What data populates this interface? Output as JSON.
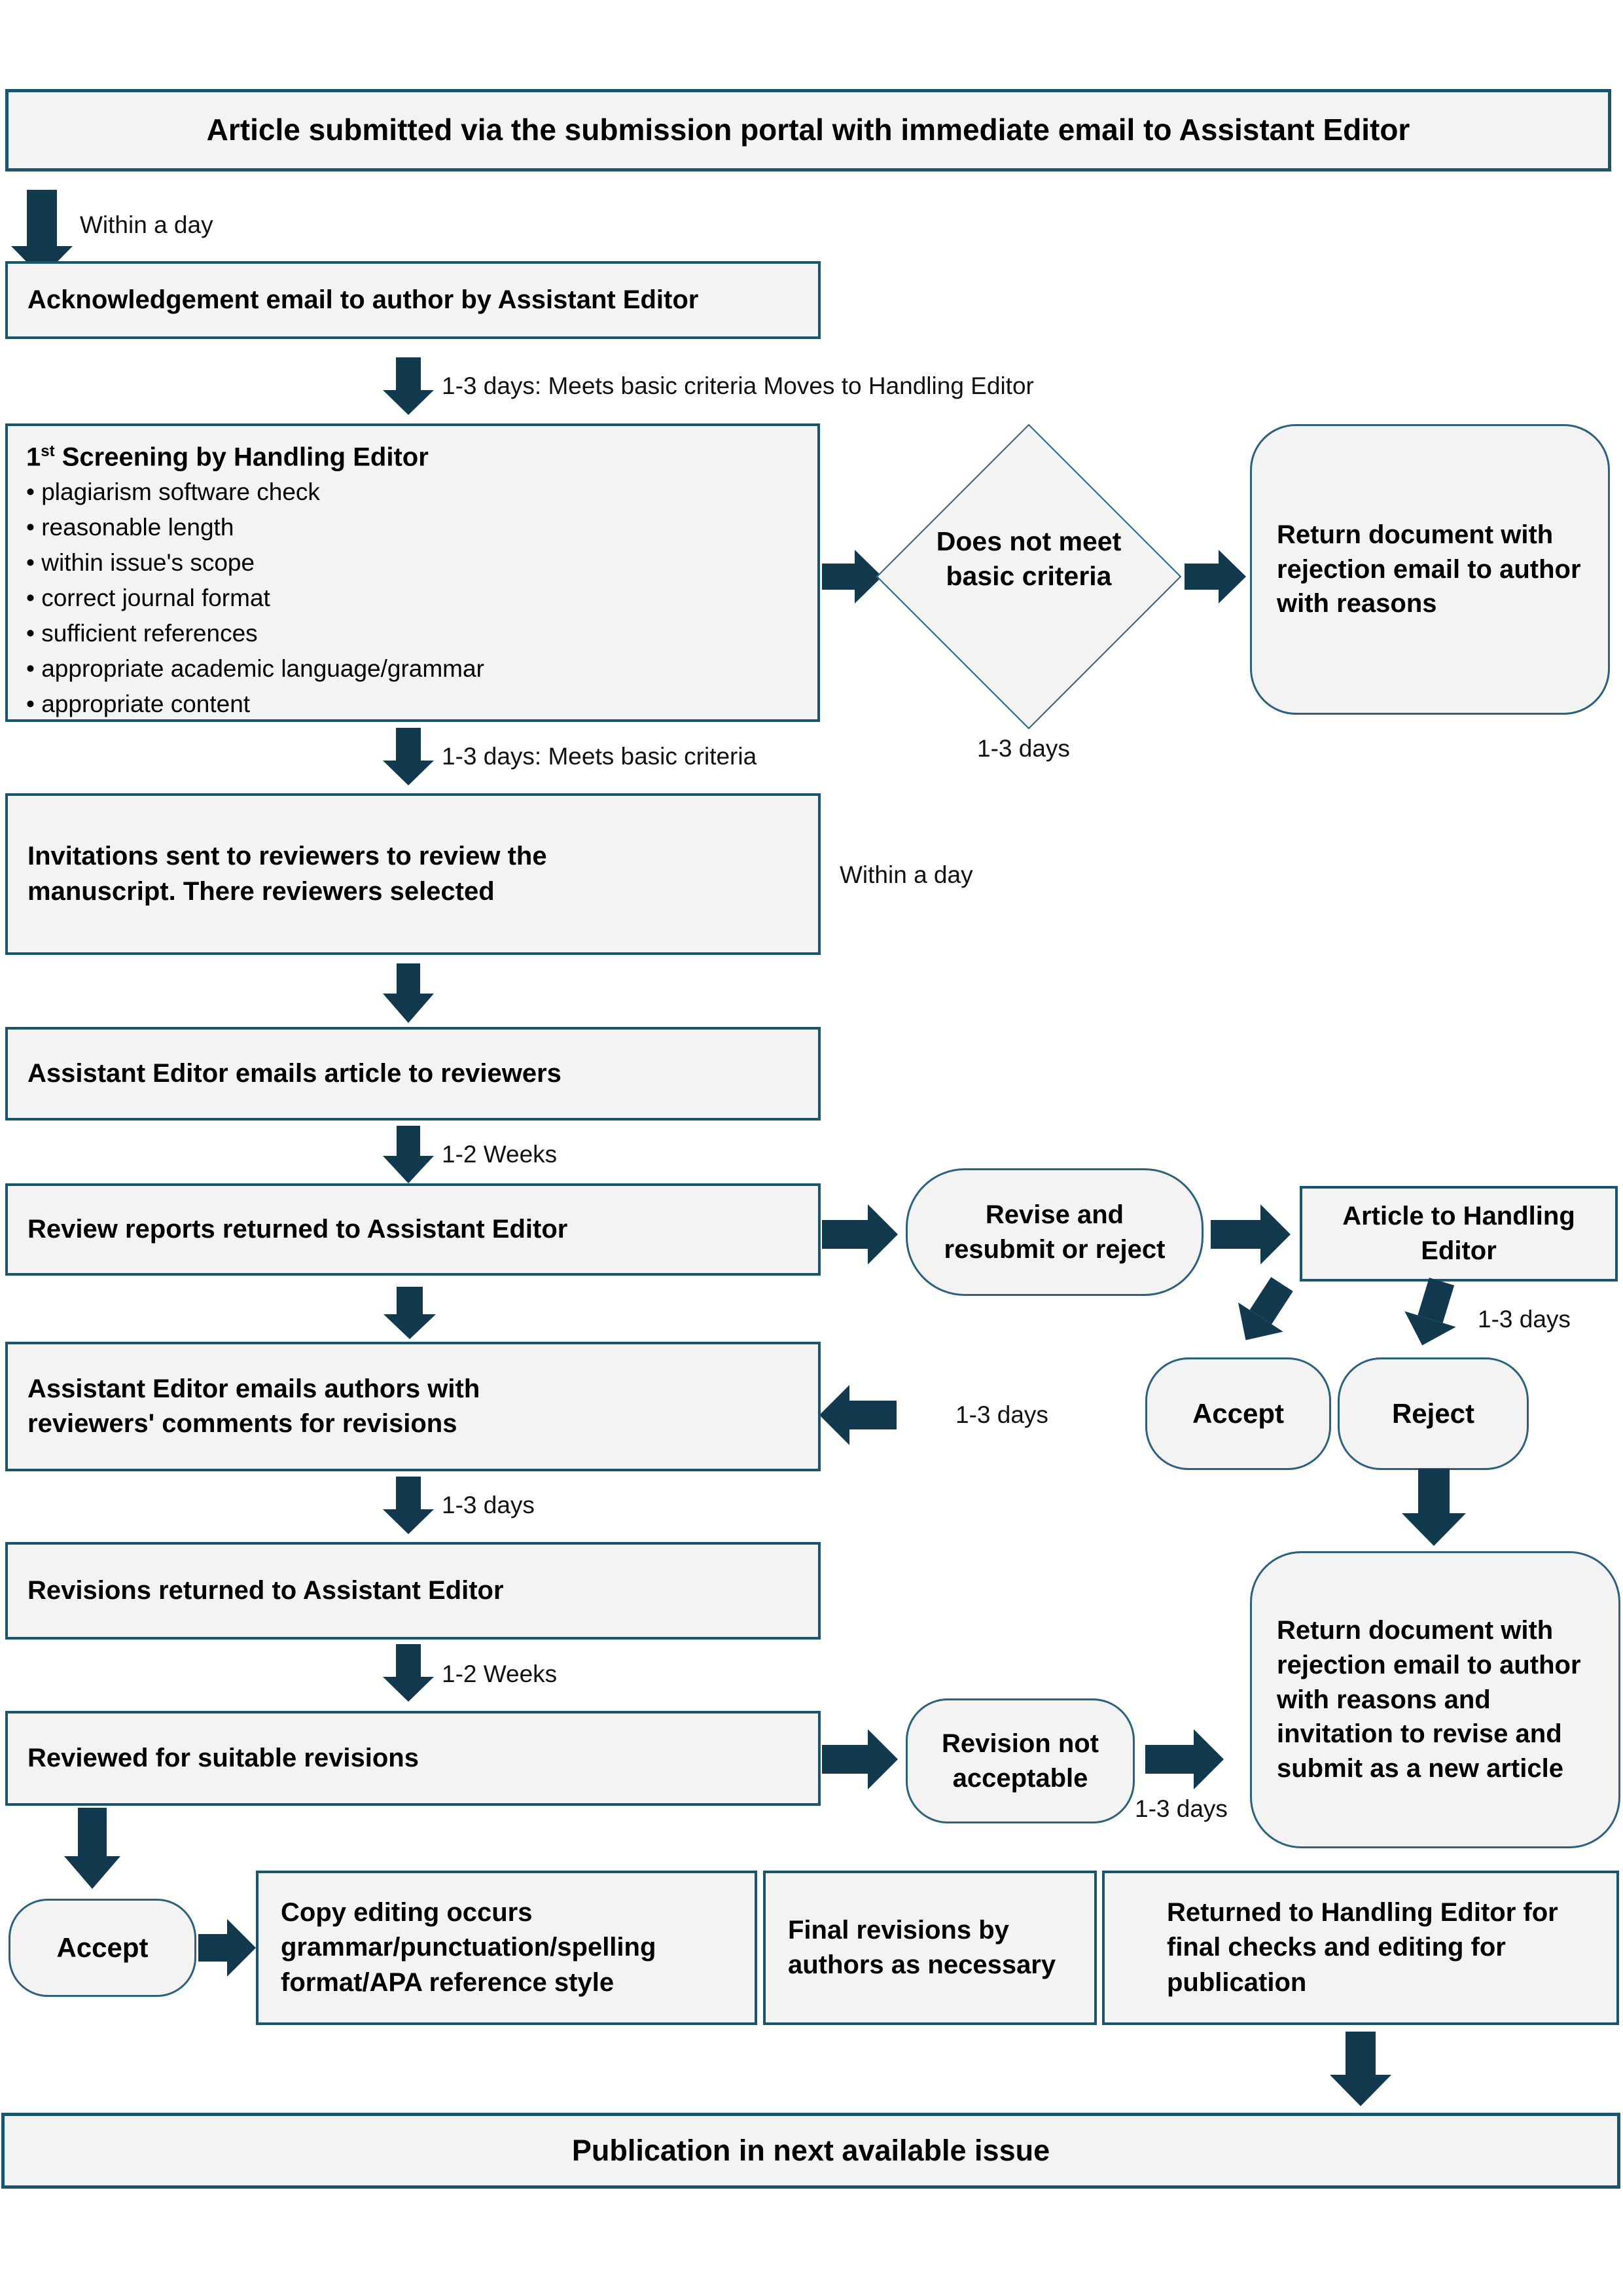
{
  "colors": {
    "fill": "#f4f3f4",
    "border": "#1a5570",
    "shape": "#2b617b",
    "arrow": "#12394e",
    "ink": "#000000"
  },
  "flow": {
    "title": "Article submitted via the submission portal with immediate email to Assistant Editor",
    "ack": "Acknowledgement email to author by Assistant Editor",
    "screening": {
      "num": "1",
      "sup": "st",
      "rest": " Screening by Handling Editor",
      "bullets": [
        "plagiarism software check",
        "reasonable length",
        "within issue's scope",
        "correct journal format",
        "sufficient references",
        "appropriate academic language/grammar",
        "appropriate content"
      ]
    },
    "diamond": "Does not meet basic criteria",
    "return1": "Return document with rejection email to author with reasons",
    "invitations": "Invitations sent to reviewers to review the manuscript. There reviewers selected",
    "emails_article": "Assistant Editor emails article to reviewers",
    "review_reports": "Review reports returned to Assistant Editor",
    "revise": "Revise and resubmit or reject",
    "article_handling": "Article to Handling Editor",
    "accept": "Accept",
    "reject": "Reject",
    "emails_authors": "Assistant Editor emails authors with reviewers' comments for revisions",
    "revisions_returned": "Revisions returned to Assistant Editor",
    "reviewed": "Reviewed for suitable revisions",
    "not_acceptable": "Revision not acceptable",
    "return2": "Return document with rejection email to author with reasons and invitation to revise and submit as a new article",
    "accept2": "Accept",
    "copy_editing": "Copy editing occurs grammar/punctuation/spelling format/APA reference style",
    "final_revisions": "Final revisions by authors as necessary",
    "returned_handling": "Returned to Handling Editor for final checks and editing for publication",
    "publication": "Publication in next available issue"
  },
  "labels": {
    "within_day": "Within a day",
    "criteria_moves": "1-3 days: Meets basic criteria Moves to Handling Editor",
    "criteria": "1-3 days: Meets basic criteria",
    "d13": "1-3 days",
    "w12": "1-2 Weeks"
  }
}
